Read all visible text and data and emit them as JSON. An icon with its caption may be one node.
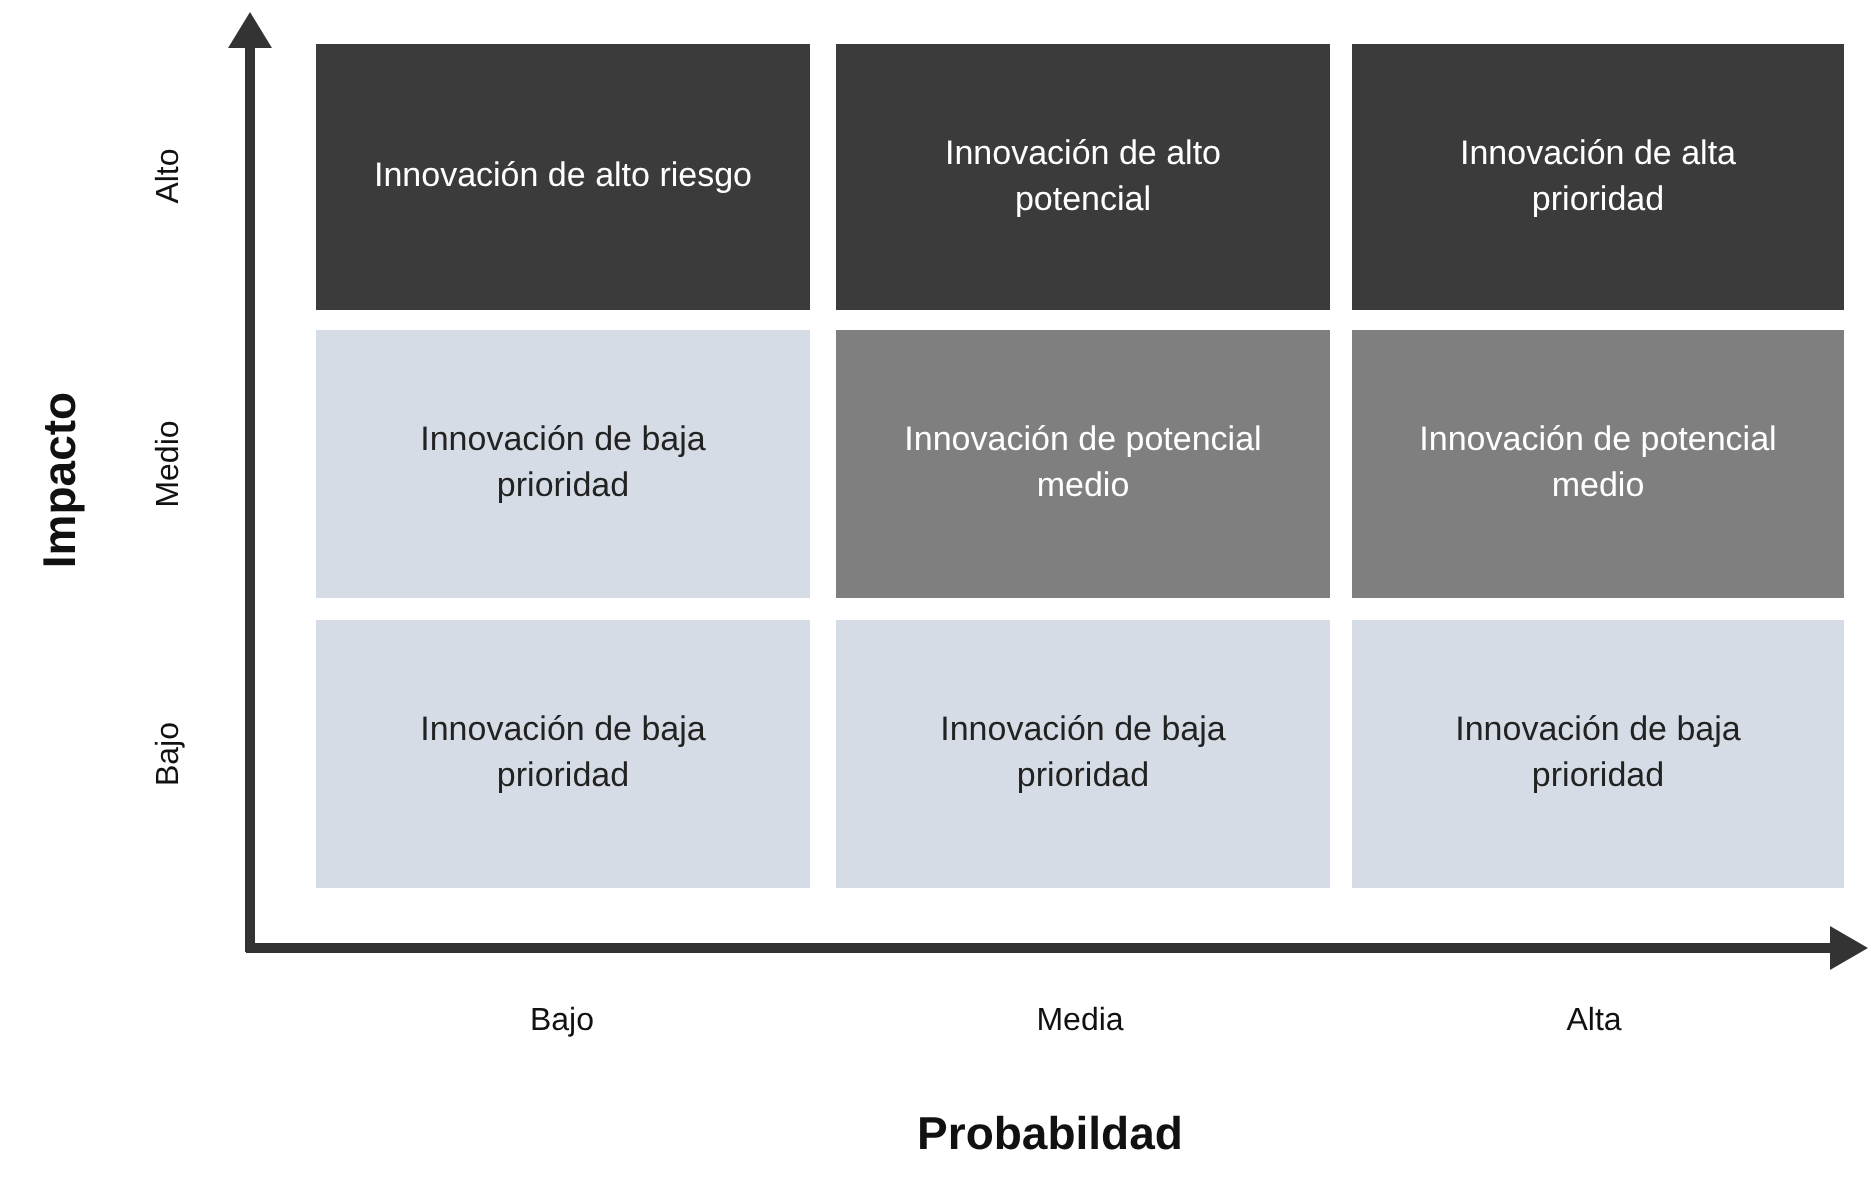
{
  "diagram": {
    "nodes": [
      {
        "text": [
          "Innovación de alto riesgo"
        ]
      },
      {
        "text": [
          "Innovación de alto potencial"
        ]
      },
      {
        "text": [
          "Innovación de alta prioridad"
        ]
      },
      {
        "text": [
          "Innovación de baja prioridad"
        ]
      },
      {
        "text": [
          "Innovación de potencial medio"
        ]
      },
      {
        "text": [
          "Innovación de potencial medio"
        ]
      },
      {
        "text": [
          "Innovación de baja prioridad"
        ]
      },
      {
        "text": [
          "Innovación de baja prioridad"
        ]
      },
      {
        "text": [
          "Innovación de baja prioridad"
        ]
      }
    ],
    "edges": [],
    "labels": [
      "Alto",
      "Impacto",
      "Medio",
      "Bajo",
      "Bajo",
      "Media",
      "Alta",
      "Probabildad"
    ]
  }
}
